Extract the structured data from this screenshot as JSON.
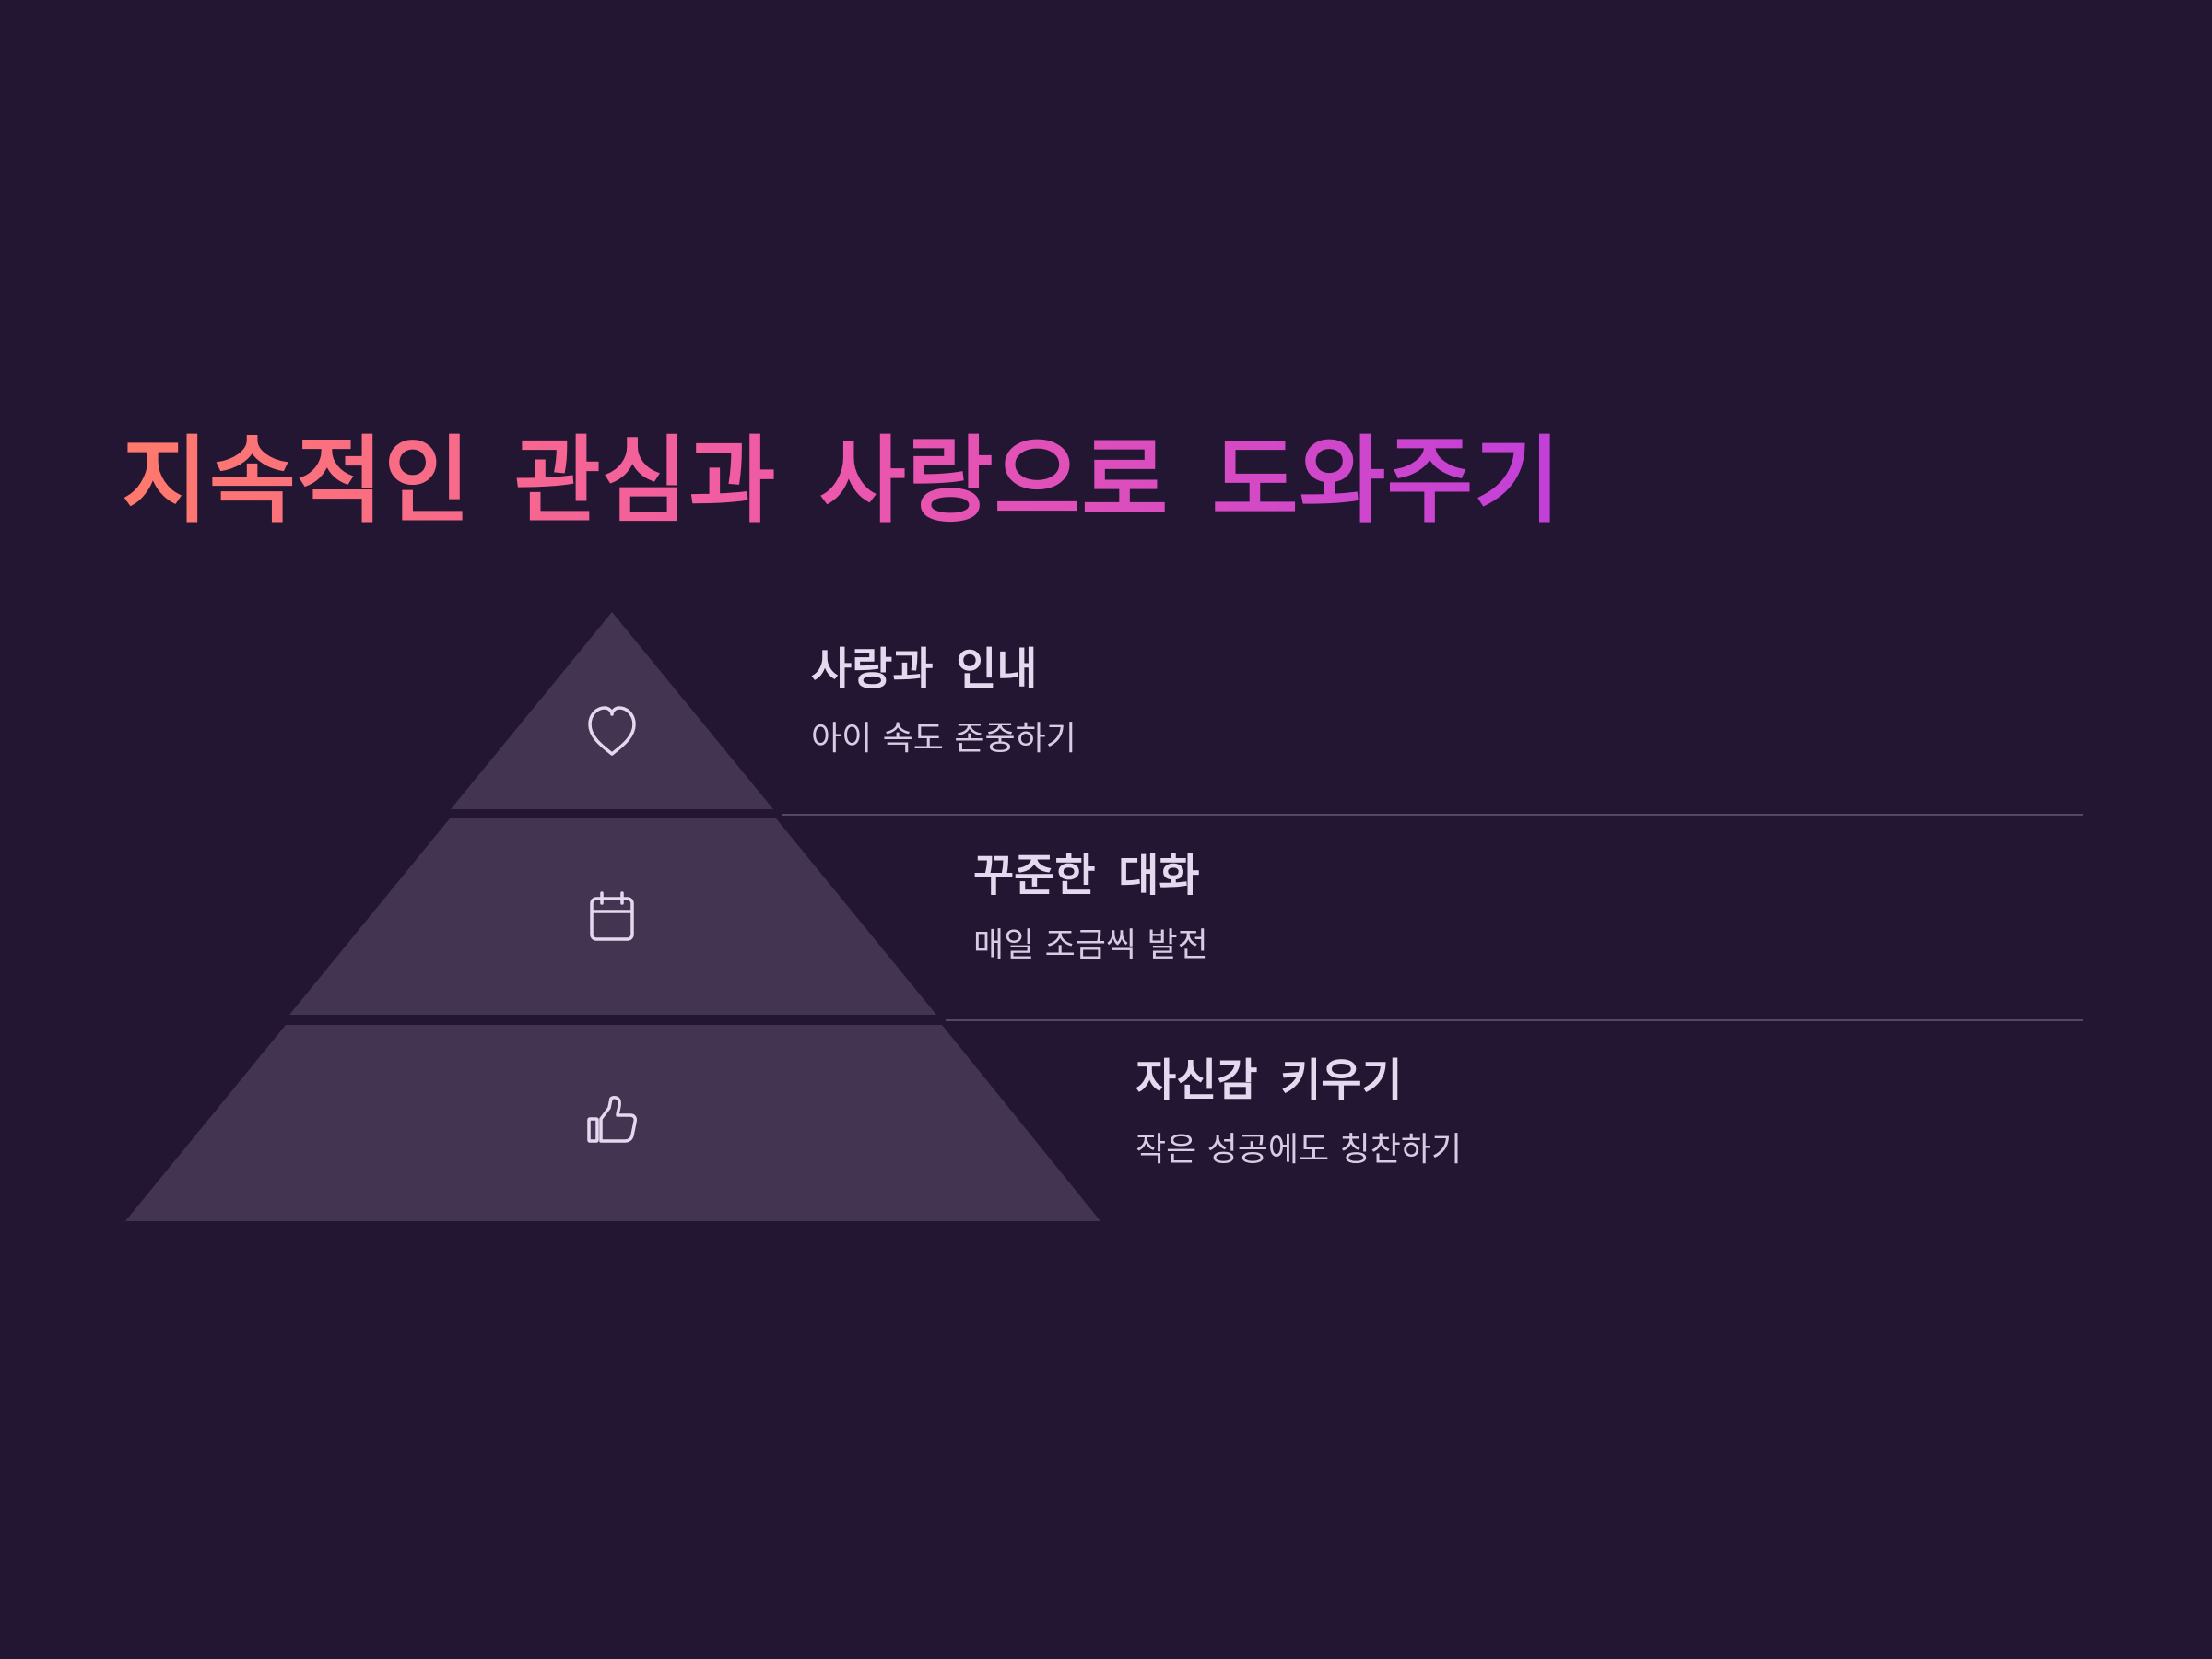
{
  "slide": {
    "title": "지속적인 관심과 사랑으로 도와주기"
  },
  "pyramid": {
    "levels": [
      {
        "heading": "사랑과 인내",
        "description": "아이 속도 존중하기",
        "icon": "heart-icon"
      },
      {
        "heading": "꾸준한 대화",
        "description": "매일 조금씩 발전",
        "icon": "calendar-icon"
      },
      {
        "heading": "자신감 키우기",
        "description": "작은 성공에도 칭찬하기",
        "icon": "thumbs-up-icon"
      }
    ]
  },
  "colors": {
    "background": "#221632",
    "tier_fill": "#433551",
    "divider": "#54476a",
    "icon_stroke": "#e4d9ee",
    "title_gradient_start": "#ff7a6b",
    "title_gradient_mid": "#f05aa6",
    "title_gradient_end": "#c23fd9",
    "heading_text": "#e4d9ee",
    "description_text": "#d8cce5"
  }
}
